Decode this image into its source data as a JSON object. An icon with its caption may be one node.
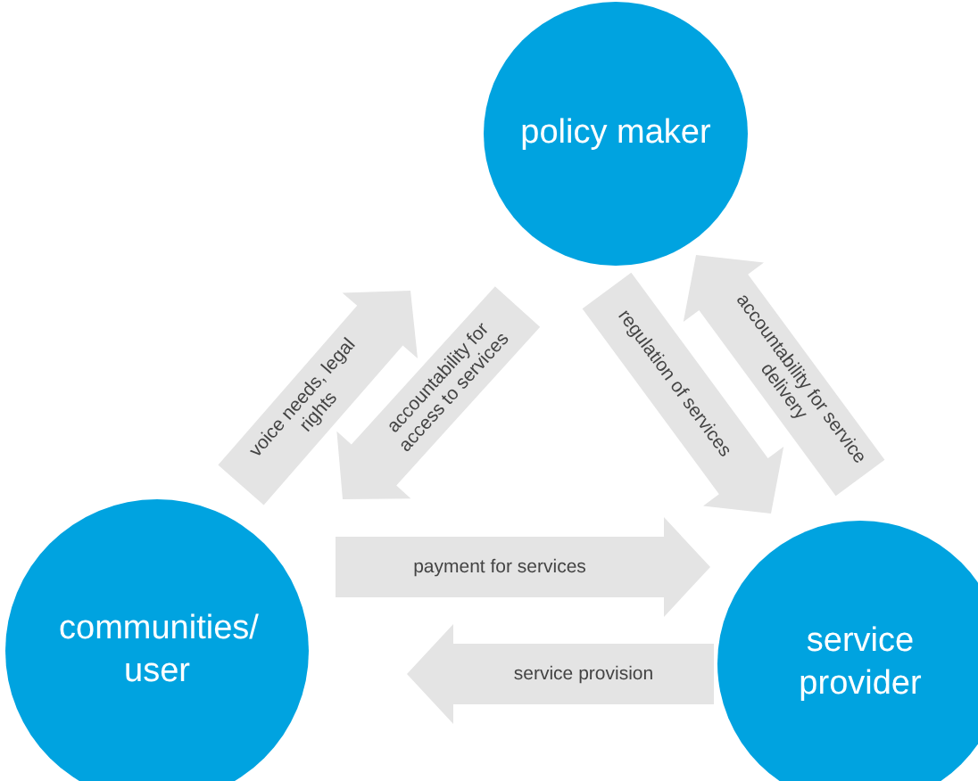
{
  "diagram": {
    "nodes": [
      {
        "text": [
          "policy maker"
        ]
      },
      {
        "text": [
          "communities/ user"
        ]
      },
      {
        "text": [
          "service provider"
        ]
      }
    ],
    "edges": [
      {
        "from": 1,
        "to": 0,
        "arrow": "to",
        "label": "voice needs, legal rights"
      },
      {
        "from": 0,
        "to": 1,
        "arrow": "to",
        "label": "accountability for access to services"
      },
      {
        "from": 0,
        "to": 2,
        "arrow": "to",
        "label": "regulation of services"
      },
      {
        "from": 2,
        "to": 0,
        "arrow": "to",
        "label": "accountability for service delivery"
      },
      {
        "from": 1,
        "to": 2,
        "arrow": "to",
        "label": "payment for services"
      },
      {
        "from": 2,
        "to": 1,
        "arrow": "to",
        "label": "service provision"
      }
    ]
  }
}
